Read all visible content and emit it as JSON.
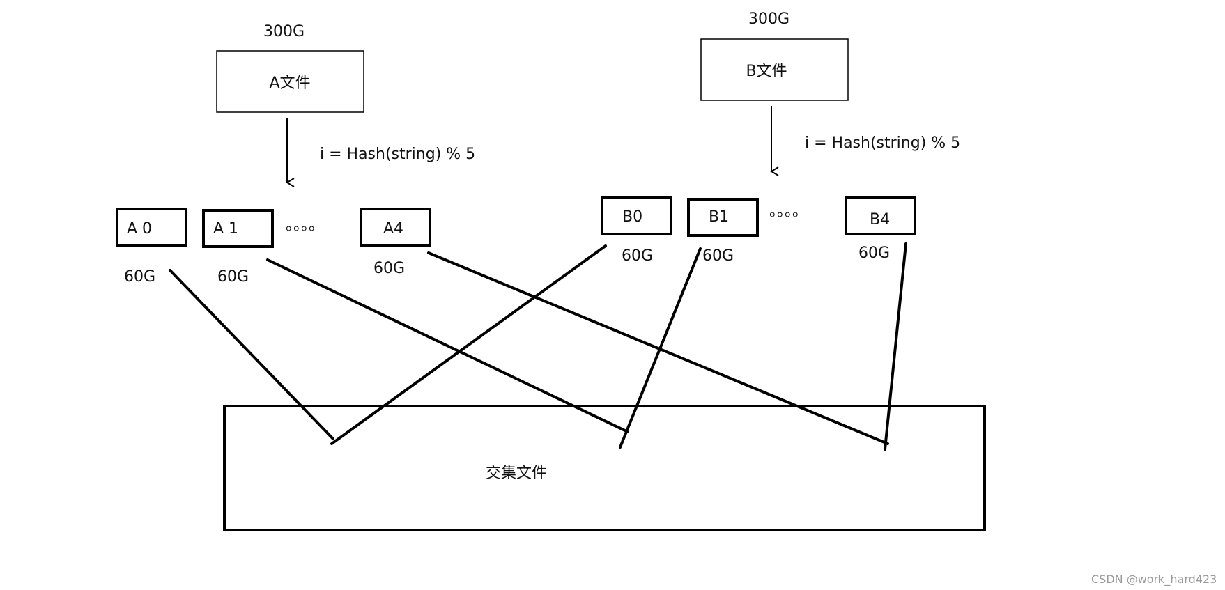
{
  "source_a": {
    "size": "300G",
    "label": "A文件"
  },
  "source_b": {
    "size": "300G",
    "label": "B文件"
  },
  "hash_formula_a": "i = Hash(string) % 5",
  "hash_formula_b": "i = Hash(string) % 5",
  "ellipsis": "。。。。",
  "partitions_a": [
    {
      "label": "A 0",
      "size": "60G"
    },
    {
      "label": "A 1",
      "size": "60G"
    },
    {
      "label": "A4",
      "size": "60G"
    }
  ],
  "partitions_b": [
    {
      "label": "B0",
      "size": "60G"
    },
    {
      "label": "B1",
      "size": "60G"
    },
    {
      "label": "B4",
      "size": "60G"
    }
  ],
  "result": {
    "label": "交集文件"
  },
  "watermark": "CSDN @work_hard423",
  "colors": {
    "stroke": "#000000",
    "text": "#111111",
    "watermark": "#9a9a9a"
  }
}
